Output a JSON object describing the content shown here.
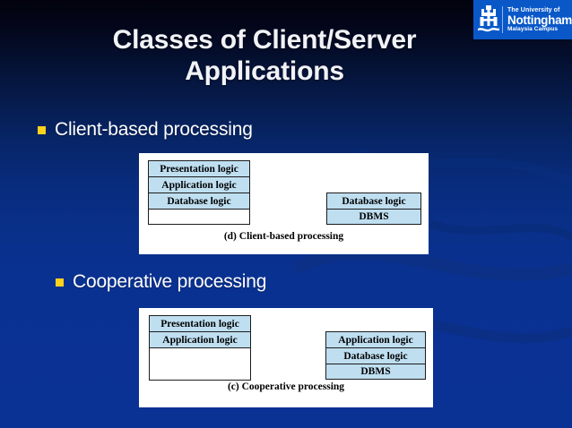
{
  "slide": {
    "title": "Classes of Client/Server Applications",
    "background_top_color": "#02030d",
    "background_bottom_color": "#0a3194",
    "bullet_color": "#ffd21c"
  },
  "logo": {
    "mark": "castle-tower-icon",
    "line1": "The University of",
    "line2": "Nottingham",
    "line3": "Malaysia Campus",
    "background_color": "#0a58c8"
  },
  "bullets": [
    {
      "label": "Client-based processing"
    },
    {
      "label": "Cooperative processing"
    }
  ],
  "diagrams": [
    {
      "caption": "(d) Client-based processing",
      "left_stack": [
        {
          "label": "Presentation logic",
          "filled": true
        },
        {
          "label": "Application logic",
          "filled": true
        },
        {
          "label": "Database logic",
          "filled": true
        },
        {
          "label": "",
          "filled": false
        }
      ],
      "right_stack": [
        {
          "label": "Database logic",
          "filled": true
        },
        {
          "label": "DBMS",
          "filled": true
        }
      ]
    },
    {
      "caption": "(c) Cooperative processing",
      "left_stack": [
        {
          "label": "Presentation logic",
          "filled": true
        },
        {
          "label": "Application logic",
          "filled": true
        },
        {
          "label": "",
          "filled": false
        }
      ],
      "right_stack": [
        {
          "label": "Application logic",
          "filled": true
        },
        {
          "label": "Database logic",
          "filled": true
        },
        {
          "label": "DBMS",
          "filled": true
        }
      ]
    }
  ],
  "box_fill_color": "#bfdff1"
}
